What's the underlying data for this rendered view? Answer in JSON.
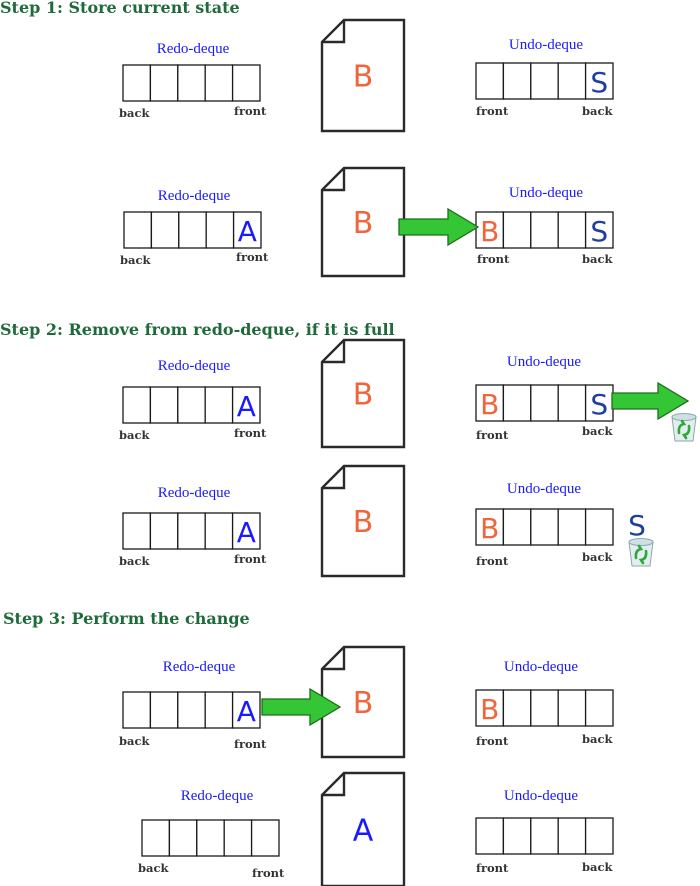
{
  "steps": [
    "Step 1: Store current state",
    "Step 2: Remove from redo-deque, if it is full",
    "Step 3: Perform the change"
  ],
  "labels": {
    "redo": "Redo-deque",
    "undo": "Undo-deque",
    "front": "front",
    "back": "back"
  },
  "colors": {
    "step_title": "#1f6a3a",
    "deque_title": "#1a1aff",
    "letter_A": "#1a1aff",
    "letter_B": "#f0663a",
    "letter_S": "#1f3f9f",
    "arrow_fill": "#34c634"
  },
  "rows": [
    {
      "redo": [
        "",
        "",
        "",
        "",
        ""
      ],
      "document": "B",
      "undo": [
        "",
        "",
        "",
        "",
        "S"
      ]
    },
    {
      "redo": [
        "",
        "",
        "",
        "",
        "A"
      ],
      "document": "B",
      "undo": [
        "B",
        "",
        "",
        "",
        "S"
      ]
    },
    {
      "redo": [
        "",
        "",
        "",
        "",
        "A"
      ],
      "document": "B",
      "undo": [
        "B",
        "",
        "",
        "",
        "S"
      ]
    },
    {
      "redo": [
        "",
        "",
        "",
        "",
        "A"
      ],
      "document": "B",
      "undo": [
        "B",
        "",
        "",
        "",
        ""
      ],
      "discarded": "S"
    },
    {
      "redo": [
        "",
        "",
        "",
        "",
        "A"
      ],
      "document": "B",
      "undo": [
        "B",
        "",
        "",
        "",
        ""
      ]
    },
    {
      "redo": [
        "",
        "",
        "",
        "",
        ""
      ],
      "document": "A",
      "undo": [
        "",
        "",
        "",
        "",
        ""
      ]
    }
  ],
  "icons": [
    "recycle-bin-icon",
    "arrow-right-icon",
    "document-icon"
  ]
}
